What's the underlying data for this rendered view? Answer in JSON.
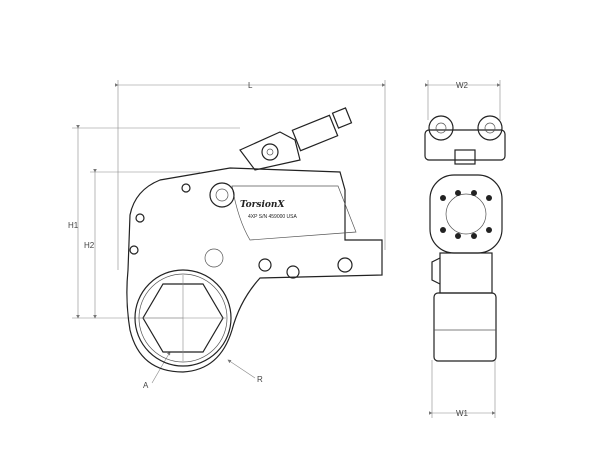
{
  "dimensions": {
    "L": "L",
    "H1": "H1",
    "H2": "H2",
    "W1": "W1",
    "W2": "W2",
    "A": "A",
    "R": "R"
  },
  "nameplate": {
    "brand": "TorsionX",
    "serial": "4XP S/N 459000 USA"
  }
}
